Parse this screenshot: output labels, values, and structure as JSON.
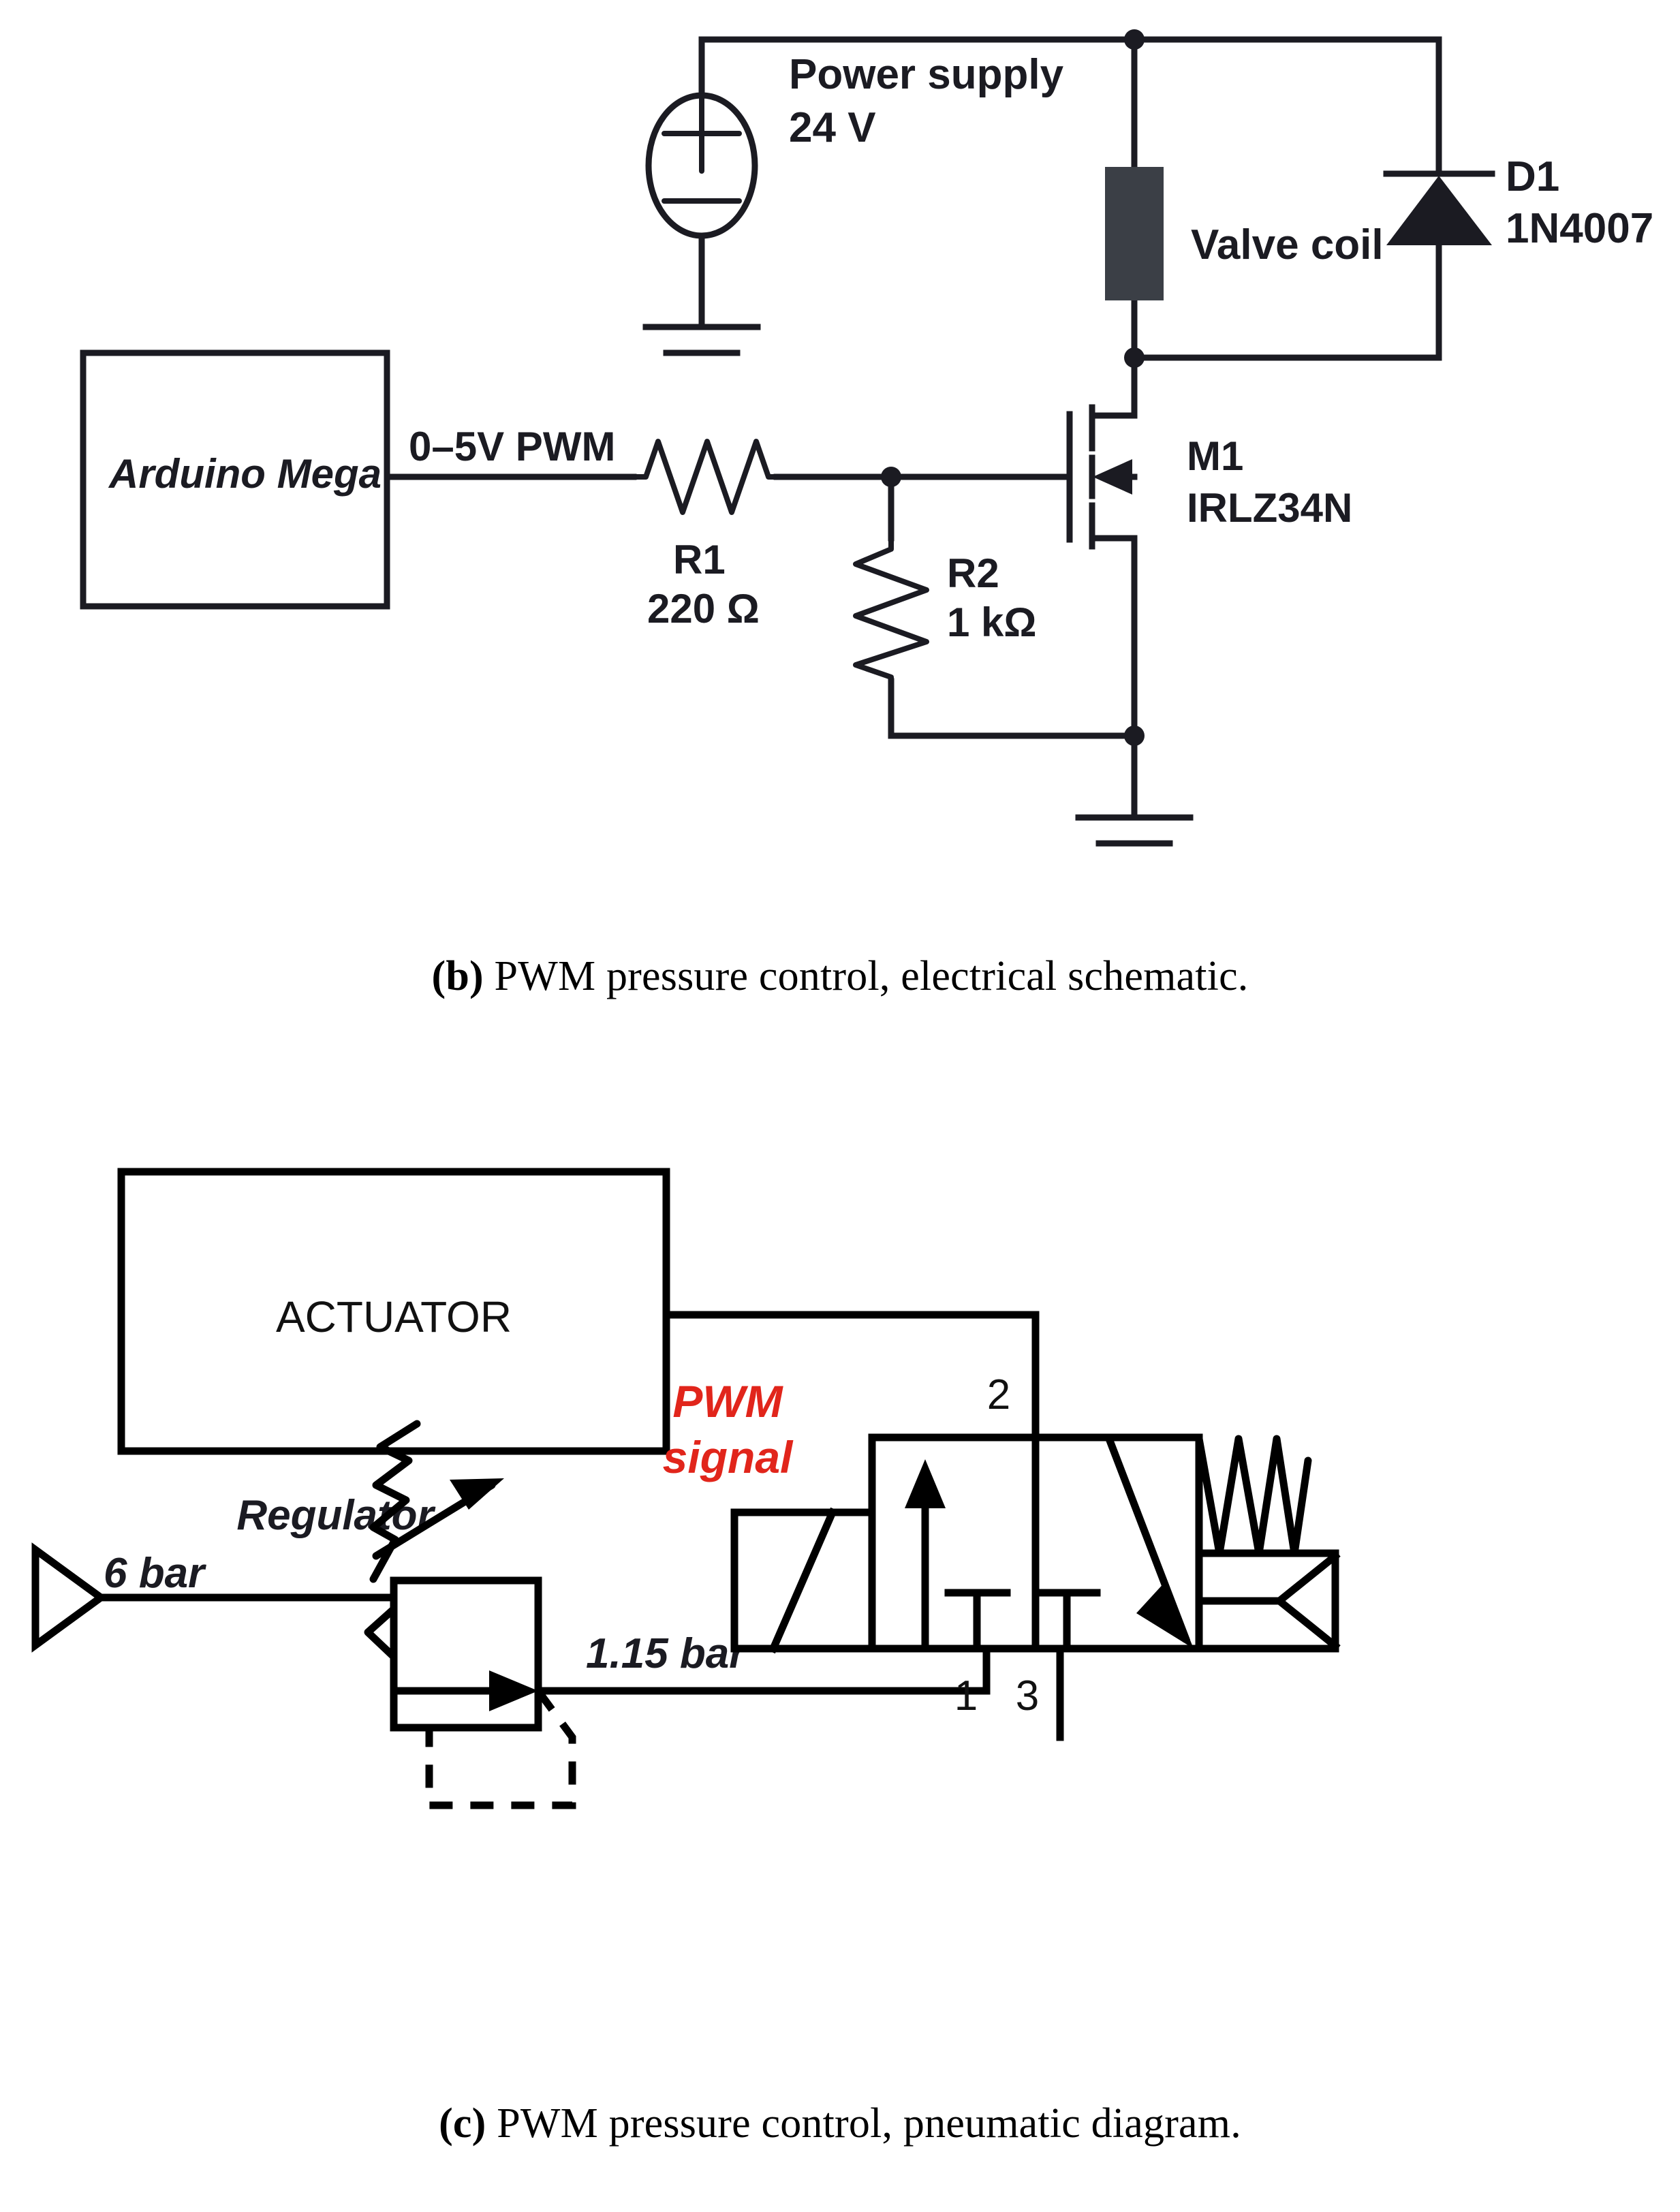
{
  "figure": {
    "panels": [
      {
        "id": "b",
        "caption_label": "(b)",
        "caption_text": " PWM pressure control, electrical schematic."
      },
      {
        "id": "c",
        "caption_label": "(c)",
        "caption_text": " PWM pressure control, pneumatic diagram."
      }
    ]
  },
  "schematic": {
    "power_supply": {
      "label_line1": "Power supply",
      "label_line2": "24 V",
      "plus": "+",
      "minus": "−"
    },
    "controller": {
      "name": "Arduino Mega"
    },
    "signal": {
      "label": "0–5V PWM"
    },
    "r1": {
      "ref": "R1",
      "value": "220 Ω"
    },
    "r2": {
      "ref": "R2",
      "value": "1 kΩ"
    },
    "mosfet": {
      "ref": "M1",
      "part": "IRLZ34N"
    },
    "diode": {
      "ref": "D1",
      "part": "1N4007"
    },
    "load": {
      "label": "Valve coil"
    }
  },
  "pneumatic": {
    "actuator": {
      "label": "ACTUATOR"
    },
    "supply": {
      "label": "6 bar"
    },
    "regulator": {
      "label": "Regulator",
      "outlet_label": "1.15 bar"
    },
    "valve": {
      "signal_line1": "PWM",
      "signal_line2": "signal",
      "port_2": "2",
      "port_1": "1",
      "port_3": "3"
    }
  },
  "colors": {
    "ink": "#1b1b22",
    "black": "#000000",
    "accent_red": "#e1251b",
    "coil_fill": "#3b3f46",
    "background": "#ffffff"
  }
}
